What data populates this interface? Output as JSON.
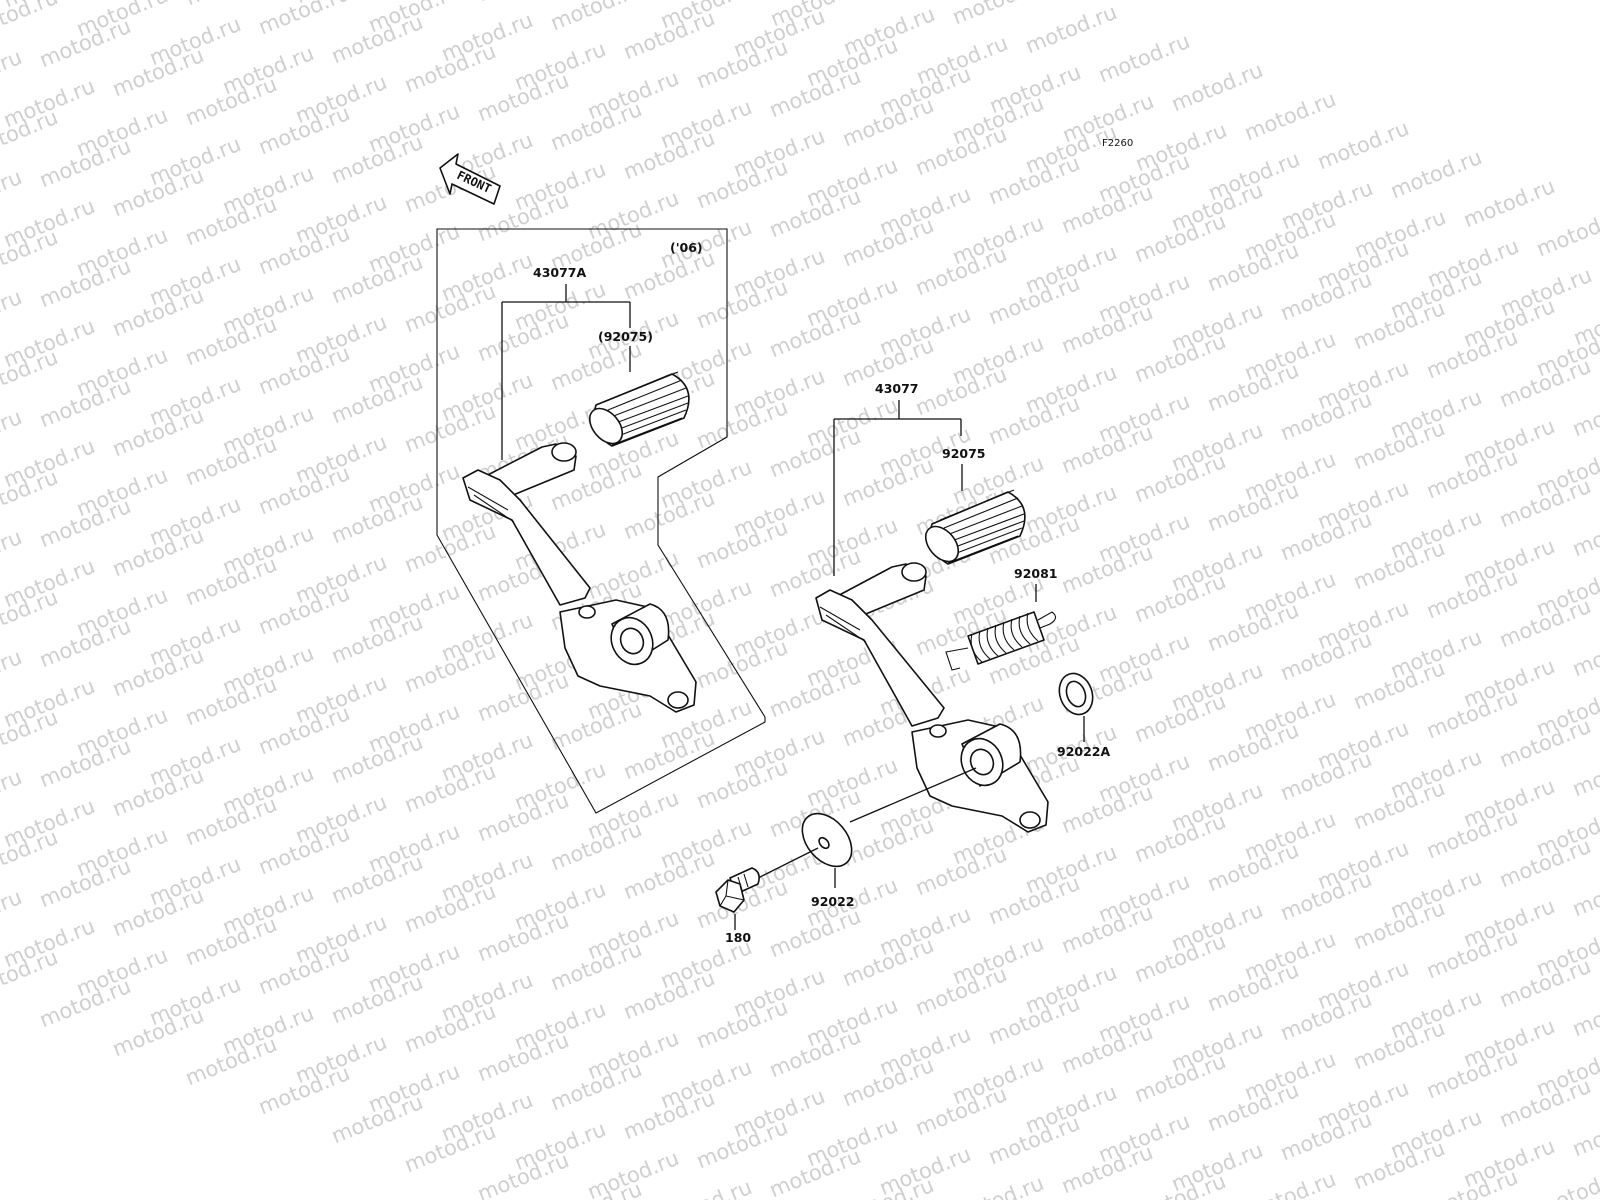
{
  "figure_code": "F2260",
  "direction_label": "FRONT",
  "watermark_text": "motod.ru",
  "inset_year": "('06)",
  "parts": {
    "assy_06": "43077A",
    "rubber_06": "(92075)",
    "assy": "43077",
    "rubber": "92075",
    "spring": "92081",
    "washer_a": "92022A",
    "washer": "92022",
    "bolt": "180"
  },
  "colors": {
    "line": "#111111",
    "watermark": "#cfcfcf",
    "background": "#ffffff"
  }
}
